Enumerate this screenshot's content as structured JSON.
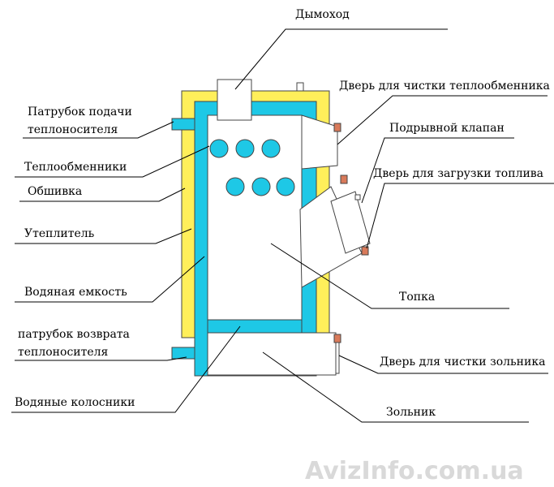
{
  "labels": {
    "chimney": "Дымоход",
    "hx_cleaning_door": "Дверь для чистки теплообменника",
    "supply_pipe_line1": "Патрубок подачи",
    "supply_pipe_line2": "теплоносителя",
    "blast_valve": "Подрывной клапан",
    "heat_exchangers": "Теплообменники",
    "fuel_loading_door": "Дверь для загрузки топлива",
    "casing": "Обшивка",
    "insulation": "Утеплитель",
    "water_tank": "Водяная емкость",
    "firebox": "Топка",
    "return_pipe_line1": "патрубок возврата",
    "return_pipe_line2": "теплоносителя",
    "ash_door": "Дверь для чистки зольника",
    "water_grates": "Водяные колосники",
    "ash_pan": "Зольник"
  },
  "watermark": "AvizInfo.com.ua",
  "colors": {
    "water": "#1ec8e6",
    "insulation": "#ffef5a",
    "metal": "#ffffff",
    "door_hinge": "#d97a5a",
    "outline": "#444444"
  }
}
